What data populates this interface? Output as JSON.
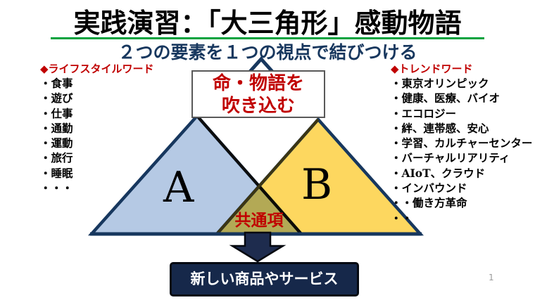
{
  "slide": {
    "title": "実践演習：「大三角形」感動物語",
    "subtitle": "２つの要素を１つの視点で結びつける",
    "page_number": "1"
  },
  "lifestyle_words": {
    "heading": "◆ライフスタイルワード",
    "items": [
      "・食事",
      "・遊び",
      "・仕事",
      "・通勤",
      "・運動",
      "・旅行",
      "・睡眠",
      "・・・"
    ]
  },
  "trend_words": {
    "heading": "◆トレンドワード",
    "items": [
      "・東京オリンピック",
      "・健康、医療、バイオ",
      "・エコロジー",
      "・絆、連帯感、安心",
      "・学習、カルチャーセンター",
      "・バーチャルリアリティ",
      "・AIoT、クラウド",
      "・インバウンド",
      "・・働き方革命",
      "・・"
    ]
  },
  "diagram": {
    "callout_line1": "命・物語を",
    "callout_line2": "吹き込む",
    "triangle_a_label": "A",
    "triangle_b_label": "B",
    "overlap_label": "共通項",
    "result_label": "新しい商品やサービス",
    "colors": {
      "triangle_a_fill": "#B5C9E4",
      "triangle_b_fill": "#FDD75F",
      "overlap_blend": "#B3A652",
      "border_navy": "#17375E",
      "accent_red": "#C00000",
      "title_underline_green": "#00A23E",
      "subtitle_navy": "#17375E",
      "result_box_fill": "#16284A",
      "arrow_fill": "#1E2C4E"
    }
  }
}
